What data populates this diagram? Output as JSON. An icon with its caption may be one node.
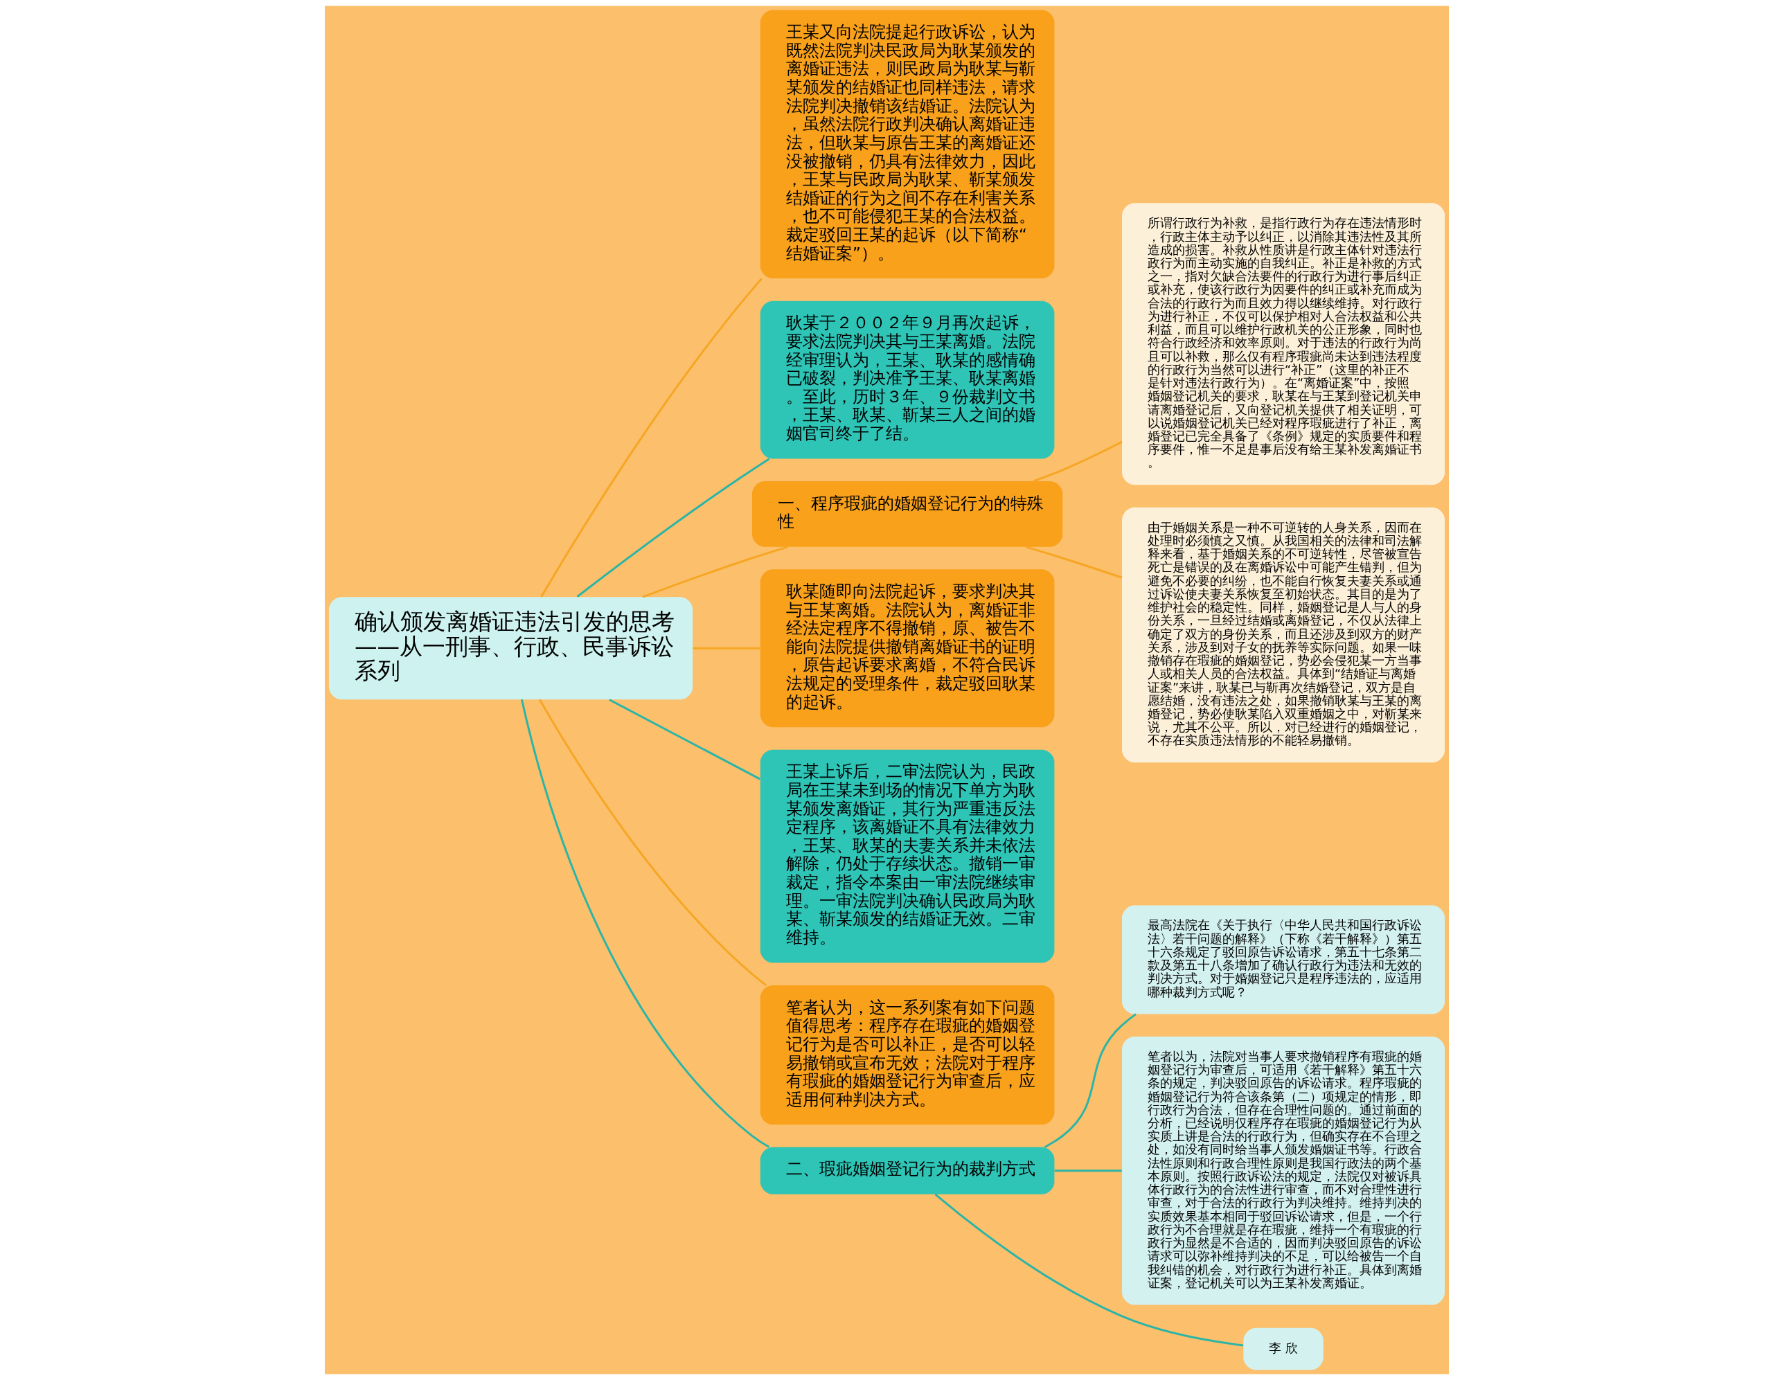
{
  "diagram": {
    "nodes": [
      {
        "text": [
          "确认颁发离婚证违法引发的思考——从一刑事、行政、民事诉讼系列"
        ]
      },
      {
        "text": [
          "王某又向法院提起行政诉讼，认为既然法院判决民政局为耿某颁发的离婚证违法，则民政局为耿某与靳某颁发的结婚证也同样违法，请求法院判决撤销该结婚证。法院认为，虽然法院行政判决确认离婚证违法，但耿某与原告王某的离婚证还没被撤销，仍具有法律效力，因此，王某与民政局为耿某、靳某颁发结婚证的行为之间不存在利害关系，也不可能侵犯王某的合法权益。裁定驳回王某的起诉（以下简称“结婚证案”）。"
        ]
      },
      {
        "text": [
          "耿某于２００２年９月再次起诉，要求法院判决其与王某离婚。法院经审理认为，王某、耿某的感情确已破裂，判决准予王某、耿某离婚。至此，历时３年、９份裁判文书，王某、耿某、靳某三人之间的婚姻官司终于了结。"
        ]
      },
      {
        "text": [
          "一、程序瑕疵的婚姻登记行为的特殊性"
        ]
      },
      {
        "text": [
          "所谓行政行为补救，是指行政行为存在违法情形时，行政主体主动予以纠正，以消除其违法性及其所造成的损害。补救从性质讲是行政主体针对违法行政行为而主动实施的自我纠正。补正是补救的方式之一，指对欠缺合法要件的行政行为进行事后纠正或补充，使该行政行为因要件的纠正或补充而成为合法的行政行为而且效力得以继续维持。对行政行为进行补正，不仅可以保护相对人合法权益和公共利益，而且可以维护行政机关的公正形象，同时也符合行政经济和效率原则。对于违法的行政行为尚且可以补救，那么仅有程序瑕疵尚未达到违法程度的行政行为当然可以进行“补正”（这里的补正不是针对违法行政行为）。在“离婚证案”中，按照婚姻登记机关的要求，耿某在与王某到登记机关申请离婚登记后，又向登记机关提供了相关证明，可以说婚姻登记机关已经对程序瑕疵进行了补正，离婚登记已完全具备了《条例》规定的实质要件和程序要件，惟一不足是事后没有给王某补发离婚证书。"
        ]
      },
      {
        "text": [
          "由于婚姻关系是一种不可逆转的人身关系，因而在处理时必须慎之又慎。从我国相关的法律和司法解释来看，基于婚姻关系的不可逆转性，尽管被宣告死亡是错误的及在离婚诉讼中可能产生错判，但为避免不必要的纠纷，也不能自行恢复夫妻关系或通过诉讼使夫妻关系恢复至初始状态。其目的是为了维护社会的稳定性。同样，婚姻登记是人与人的身份关系，一旦经过结婚或离婚登记，不仅从法律上确定了双方的身份关系，而且还涉及到双方的财产关系，涉及到对子女的抚养等实际问题。如果一味撤销存在瑕疵的婚姻登记，势必会侵犯某一方当事人或相关人员的合法权益。具体到“结婚证与离婚证案”来讲，耿某已与靳再次结婚登记，双方是自愿结婚，没有违法之处，如果撤销耿某与王某的离婚登记，势必使耿某陷入双重婚姻之中，对靳某来说，尤其不公平。所以，对已经进行的婚姻登记，不存在实质违法情形的不能轻易撤销。"
        ]
      },
      {
        "text": [
          "耿某随即向法院起诉，要求判决其与王某离婚。法院认为，离婚证非经法定程序不得撤销，原、被告不能向法院提供撤销离婚证书的证明，原告起诉要求离婚，不符合民诉法规定的受理条件，裁定驳回耿某的起诉。"
        ]
      },
      {
        "text": [
          "王某上诉后，二审法院认为，民政局在王某未到场的情况下单方为耿某颁发离婚证，其行为严重违反法定程序，该离婚证不具有法律效力，王某、耿某的夫妻关系并未依法解除，仍处于存续状态。撤销一审裁定，指令本案由一审法院继续审理。一审法院判决确认民政局为耿某、靳某颁发的结婚证无效。二审维持。"
        ]
      },
      {
        "text": [
          "笔者认为，这一系列案有如下问题值得思考：程序存在瑕疵的婚姻登记行为是否可以补正，是否可以轻易撤销或宣布无效；法院对于程序有瑕疵的婚姻登记行为审查后，应适用何种判决方式。"
        ]
      },
      {
        "text": [
          "二、瑕疵婚姻登记行为的裁判方式"
        ]
      },
      {
        "text": [
          "最高法院在《关于执行〈中华人民共和国行政诉讼法〉若干问题的解释》（下称《若干解释》）第五十六条规定了驳回原告诉讼请求，第五十七条第二款及第五十八条增加了确认行政行为违法和无效的判决方式。对于婚姻登记只是程序违法的，应适用哪种裁判方式呢？"
        ]
      },
      {
        "text": [
          "笔者以为，法院对当事人要求撤销程序有瑕疵的婚姻登记行为审查后，可适用《若干解释》第五十六条的规定，判决驳回原告的诉讼请求。程序瑕疵的婚姻登记行为符合该条第（二）项规定的情形，即行政行为合法，但存在合理性问题的。通过前面的分析，已经说明仅程序存在瑕疵的婚姻登记行为从实质上讲是合法的行政行为，但确实存在不合理之处，如没有同时给当事人颁发婚姻证书等。行政合法性原则和行政合理性原则是我国行政法的两个基本原则。按照行政诉讼法的规定，法院仅对被诉具体行政行为的合法性进行审查，而不对合理性进行审查，对于合法的行政行为判决维持。维持判决的实质效果基本相同于驳回诉讼请求，但是，一个行政行为不合理就是存在瑕疵，维持一个有瑕疵的行政行为显然是不合适的，因而判决驳回原告的诉讼请求可以弥补维持判决的不足，可以给被告一个自我纠错的机会，对行政行为进行补正。具体到离婚证案，登记机关可以为王某补发离婚证。"
        ]
      },
      {
        "text": [
          "李 欣"
        ]
      }
    ],
    "edges": [
      {
        "from": 0,
        "to": 1,
        "arrow": "none",
        "color": "#f5a623"
      },
      {
        "from": 0,
        "to": 2,
        "arrow": "none",
        "color": "#2ab5a8"
      },
      {
        "from": 0,
        "to": 3,
        "arrow": "none",
        "color": "#f5a623"
      },
      {
        "from": 3,
        "to": 4,
        "arrow": "none",
        "color": "#f5a623"
      },
      {
        "from": 3,
        "to": 5,
        "arrow": "none",
        "color": "#f5a623"
      },
      {
        "from": 0,
        "to": 6,
        "arrow": "none",
        "color": "#f5a623"
      },
      {
        "from": 0,
        "to": 7,
        "arrow": "none",
        "color": "#2ab5a8"
      },
      {
        "from": 0,
        "to": 8,
        "arrow": "none",
        "color": "#f5a623"
      },
      {
        "from": 0,
        "to": 9,
        "arrow": "none",
        "color": "#2ab5a8"
      },
      {
        "from": 9,
        "to": 10,
        "arrow": "none",
        "color": "#2ab5a8"
      },
      {
        "from": 9,
        "to": 11,
        "arrow": "none",
        "color": "#2ab5a8"
      },
      {
        "from": 9,
        "to": 12,
        "arrow": "none",
        "color": "#2ab5a8"
      }
    ]
  }
}
